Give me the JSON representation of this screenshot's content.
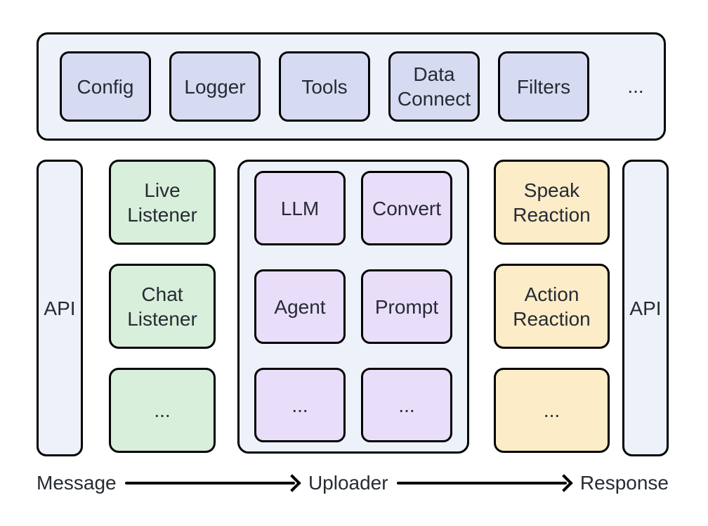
{
  "plugins_bar": {
    "boxes": [
      {
        "label": "Config"
      },
      {
        "label": "Logger"
      },
      {
        "label": "Tools"
      },
      {
        "label": "Data\nConnect"
      },
      {
        "label": "Filters"
      }
    ],
    "more_label": "..."
  },
  "input_api": {
    "label": "API"
  },
  "output_api": {
    "label": "API"
  },
  "listeners": {
    "boxes": [
      {
        "label": "Live\nListener"
      },
      {
        "label": "Chat\nListener"
      },
      {
        "label": "..."
      }
    ]
  },
  "uploader": {
    "boxes": [
      {
        "label": "LLM"
      },
      {
        "label": "Convert"
      },
      {
        "label": "Agent"
      },
      {
        "label": "Prompt"
      },
      {
        "label": "..."
      },
      {
        "label": "..."
      }
    ]
  },
  "reactions": {
    "boxes": [
      {
        "label": "Speak\nReaction"
      },
      {
        "label": "Action\nReaction"
      },
      {
        "label": "..."
      }
    ]
  },
  "flow": {
    "start_label": "Message",
    "uploader_label": "Uploader",
    "end_label": "Response"
  },
  "colors": {
    "panel_fill": "#edf2fa",
    "module_fill": "#d7dbf2",
    "listener_fill": "#d8efdb",
    "uploader_fill": "#e9defa",
    "reaction_fill": "#fcecc8",
    "outline": "#000000",
    "text": "#262b33"
  }
}
